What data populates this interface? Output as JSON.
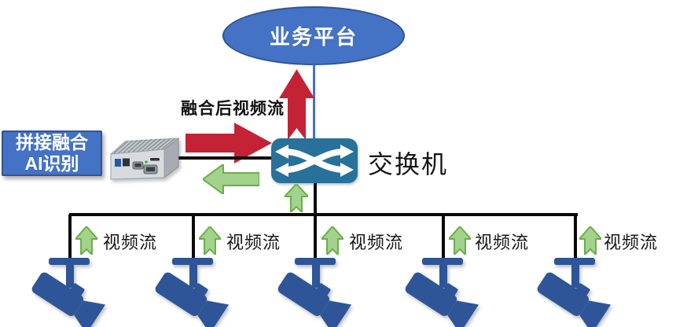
{
  "diagram": {
    "platform": {
      "label": "业务平台"
    },
    "fused_flow": {
      "label": "融合后视频流"
    },
    "switch": {
      "label": "交换机"
    },
    "device": {
      "label_line1": "拼接融合",
      "label_line2": "AI识别"
    },
    "cameras": [
      {
        "label": "视频流"
      },
      {
        "label": "视频流"
      },
      {
        "label": "视频流"
      },
      {
        "label": "视频流"
      },
      {
        "label": "视频流"
      }
    ],
    "colors": {
      "platform_blue": "#4472C4",
      "blue_border": "#2F5597",
      "switch_teal": "#27719A",
      "arrow_red": "#C32334",
      "arrow_green_fill": "#A3D28C",
      "arrow_green_stroke": "#6AAF49",
      "camera_blue": "#2E5597",
      "line_black": "#0A0A0A"
    }
  }
}
